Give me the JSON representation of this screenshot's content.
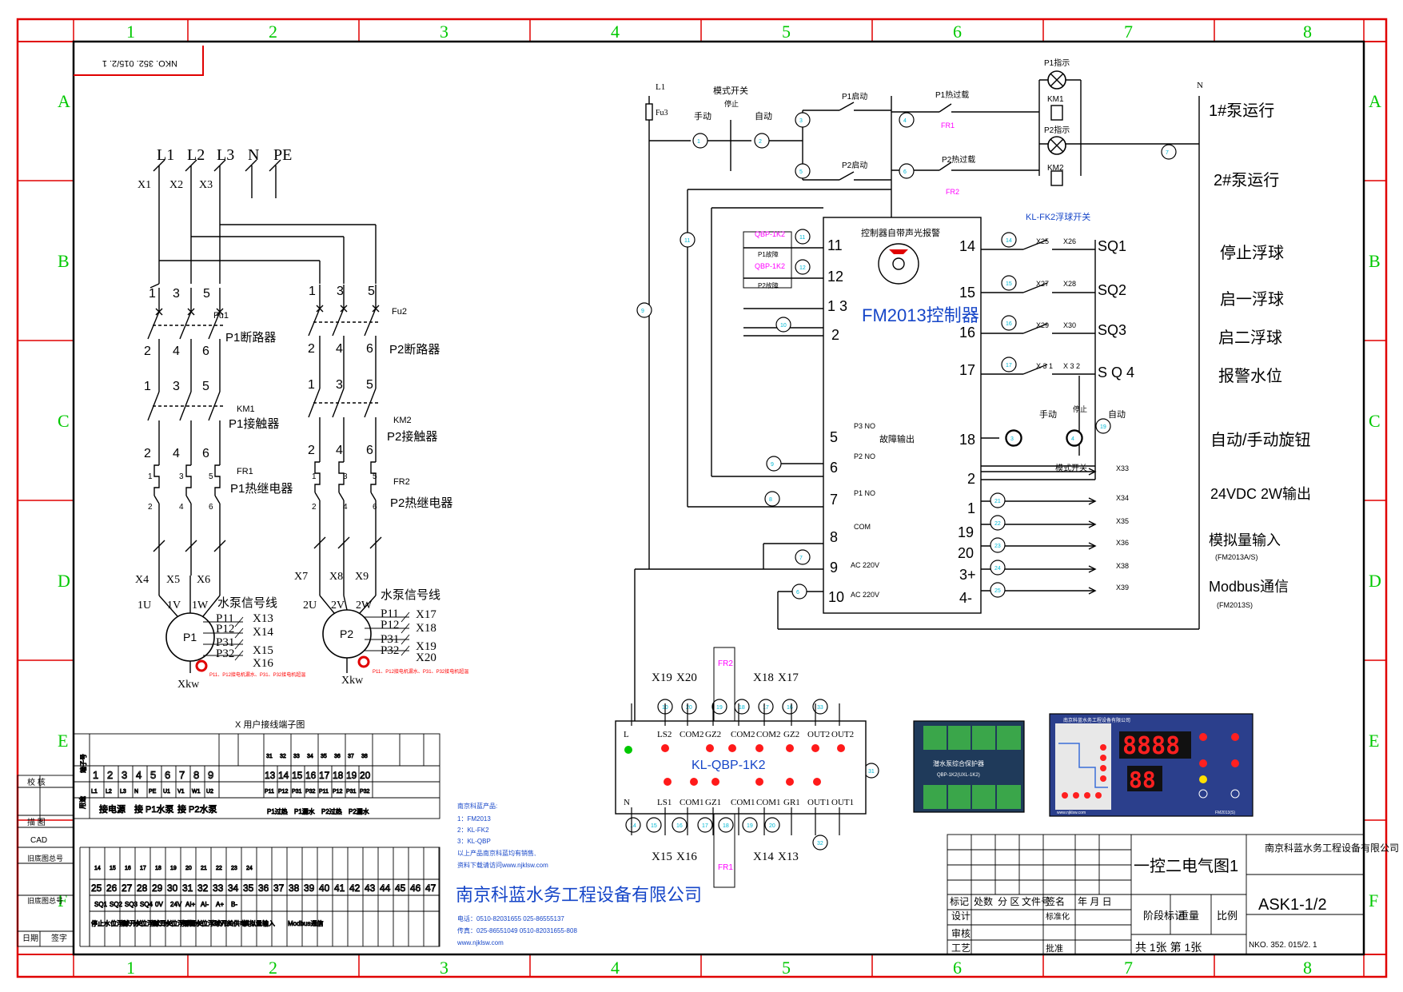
{
  "frame": {
    "zones_h": [
      "1",
      "2",
      "3",
      "4",
      "5",
      "6",
      "7",
      "8"
    ],
    "zones_v": [
      "A",
      "B",
      "C",
      "D",
      "E",
      "F"
    ],
    "code_box": "NKO. 352. 015/2. 1"
  },
  "supply": {
    "l1": "L1",
    "l2": "L2",
    "l3": "L3",
    "n": "N",
    "pe": "PE",
    "x1": "X1",
    "x2": "X2",
    "x3": "X3"
  },
  "power": {
    "fu1": "Fu1",
    "fu2": "Fu2",
    "p1_breaker": "P1断路器",
    "p2_breaker": "P2断路器",
    "km1": "KM1",
    "km2": "KM2",
    "p1_contactor": "P1接触器",
    "p2_contactor": "P2接触器",
    "fr1": "FR1",
    "fr2": "FR2",
    "p1_relay": "P1热继电器",
    "p2_relay": "P2热继电器",
    "n1": "1",
    "n2": "2",
    "n3": "3",
    "n4": "4",
    "n5": "5",
    "n6": "6",
    "x4": "X4",
    "x5": "X5",
    "x6": "X6",
    "x7": "X7",
    "x8": "X8",
    "x9": "X9",
    "u1": "1U",
    "v1": "1V",
    "w1": "1W",
    "u2": "2U",
    "v2": "2V",
    "w2": "2W",
    "signal_line": "水泵信号线",
    "motor1": "P1",
    "motor2": "P2",
    "p11": "P11",
    "p12": "P12",
    "p31": "P31",
    "p32": "P32",
    "x13": "X13",
    "x14": "X14",
    "x15": "X15",
    "x16": "X16",
    "x17": "X17",
    "x18": "X18",
    "x19": "X19",
    "x20": "X20",
    "xkw": "Xkw",
    "note_red": "P11、P12接电机漏水、P31、P32接电机超温"
  },
  "terminal": {
    "title": "X 用户接线端子图",
    "row_num_label": "端子号",
    "row_use_label": "用途",
    "nums1": [
      "1",
      "2",
      "3",
      "4",
      "5",
      "6",
      "7",
      "8",
      "9"
    ],
    "nums2": [
      "13",
      "14",
      "15",
      "16",
      "17",
      "18",
      "19",
      "20"
    ],
    "sig1": [
      "L1",
      "L2",
      "L3",
      "N",
      "PE",
      "U1",
      "V1",
      "W1",
      "U2"
    ],
    "sig2": [
      "P11",
      "P12",
      "P31",
      "P32",
      "P11",
      "P12",
      "P31",
      "P32"
    ],
    "use1": "接电源",
    "use2": "接 P1水泵",
    "use3": "接 P2水泵",
    "use4": "P1过热",
    "use5": "P1漏水",
    "use6": "P2过热",
    "use7": "P2漏水",
    "nums3": [
      "25",
      "26",
      "27",
      "28",
      "29",
      "30",
      "31",
      "32",
      "33",
      "34",
      "35",
      "36",
      "37",
      "38",
      "39",
      "40",
      "41",
      "42",
      "43",
      "44",
      "45",
      "46",
      "47"
    ],
    "sq": [
      "SQ1",
      "SQ2",
      "SQ3",
      "SQ4",
      "0V",
      "24V",
      "AI+",
      "AI-",
      "A+",
      "B-"
    ],
    "use_b1": "停止水位浮球开关",
    "use_b2": "启一水位浮球开关",
    "use_b3": "启二水位浮球开关",
    "use_b4": "报警水位浮球开关",
    "use_b5": "24VDC供电",
    "use_b6": "模拟量输入",
    "use_b7": "Modbus通信"
  },
  "titleblock_left": {
    "r1": "校 核",
    "r2": "描 图",
    "r3": "CAD",
    "r4": "旧底图总号",
    "r5": "旧底图总号",
    "r6": "日期",
    "r7": "签字"
  },
  "company_info": {
    "line1": "南京科蓝产品:",
    "line2": "1：FM2013",
    "line3": "2：KL-FK2",
    "line4": "3：KL-QBP",
    "line5": "以上产品南京科蓝均有销售,",
    "line6": "资料下载请访问www.njklsw.com",
    "company": "南京科蓝水务工程设备有限公司",
    "tel": "电话：0510-82031655  025-86555137",
    "fax": "传真：025-86551049  0510-82031655-808",
    "web": "www.njklsw.com"
  },
  "control": {
    "l1": "L1",
    "n": "N",
    "fu3": "Fu3",
    "mode_switch": "模式开关",
    "manual": "手动",
    "stop": "停止",
    "auto": "自动",
    "p1_start": "P1启动",
    "p2_start": "P2启动",
    "p1_overload": "P1热过载",
    "p2_overload": "P2热过载",
    "fr1": "FR1",
    "fr2": "FR2",
    "p1_ind": "P1指示",
    "p2_ind": "P2指示",
    "km1": "KM1",
    "km2": "KM2",
    "pump1_run": "1#泵运行",
    "pump2_run": "2#泵运行",
    "float_switch": "KL-FK2浮球开关",
    "controller_alarm": "控制器自带声光报警",
    "controller": "FM2013控制器",
    "qbp1": "QBP-1K2",
    "qbp2": "QBP-1K2",
    "p1_fault": "P1故障",
    "p2_fault": "P2故障",
    "t11": "11",
    "t12": "12",
    "t13": "1 3",
    "t2": "2",
    "t14": "14",
    "t15": "15",
    "t16": "16",
    "t17": "17",
    "sq1": "SQ1",
    "sq2": "SQ2",
    "sq3": "SQ3",
    "sq4": "S Q 4",
    "x25": "X25",
    "x26": "X26",
    "x27": "X27",
    "x28": "X28",
    "x29": "X29",
    "x30": "X30",
    "x31": "X 3 1",
    "x32": "X 3 2",
    "t5": "5",
    "t6": "6",
    "t7": "7",
    "t8": "8",
    "t9": "9",
    "t10": "10",
    "t18": "18",
    "fault_out": "故障输出",
    "p1_no": "P1 NO",
    "p2_no": "P2 NO",
    "p3_no": "P3 NO",
    "com": "COM",
    "ac1": "AC 220V",
    "ac2": "AC 220V",
    "ov2": "2",
    "v24_1": "1",
    "ai19": "19",
    "ai20": "20",
    "a3": "3+",
    "b4": "4-",
    "x33": "X33",
    "x34": "X34",
    "x35": "X35",
    "x36": "X36",
    "x38": "X38",
    "x39": "X39",
    "mode_switch2": "模式开关"
  },
  "right_labels": {
    "stop_float": "停止浮球",
    "start1": "启一浮球",
    "start2": "启二浮球",
    "alarm_level": "报警水位",
    "auto_manual": "自动/手动旋钮",
    "dc24": "24VDC 2W输出",
    "analog": "模拟量输入",
    "analog_sub": "(FM2013A/S)",
    "modbus": "Modbus通信",
    "modbus_sub": "(FM2013S)"
  },
  "qbp": {
    "title": "KL-QBP-1K2",
    "top": [
      "L",
      "LS2",
      "COM2",
      "GZ2",
      "COM2",
      "COM2",
      "GZ2",
      "OUT2",
      "OUT2"
    ],
    "bottom": [
      "N",
      "LS1",
      "COM1",
      "GZ1",
      "COM1",
      "COM1",
      "GR1",
      "OUT1",
      "OUT1"
    ],
    "x19": "X19",
    "x20": "X20",
    "x18": "X18",
    "x17": "X17",
    "x15": "X15",
    "x16": "X16",
    "x14": "X14",
    "x13": "X13",
    "fr2": "FR2",
    "fr1": "FR1"
  },
  "protector_panel": {
    "title": "潜水泵综合保护器",
    "model": "QBP-1K2(UXL-1K2)"
  },
  "controller_panel": {
    "brand": "南京科蓝水务工程设备有限公司",
    "display1": "8888",
    "display2": "88",
    "web": "www.njklsw.com",
    "model": "FM2013(S)"
  },
  "titleblock": {
    "company": "南京科蓝水务工程设备有限公司",
    "drawing": "一控二电气图1",
    "code": "ASK1-1/2",
    "nko": "NKO. 352. 015/2. 1",
    "h1": "标记",
    "h2": "处数",
    "h3": "分 区",
    "h4": "文件号",
    "h5": "签名",
    "h6": "年 月 日",
    "design": "设计",
    "std": "标准化",
    "stage": "阶段标记",
    "weight": "重量",
    "scale": "比例",
    "review": "审核",
    "craft": "工艺",
    "approve": "批准",
    "sheets": "共 1张  第  1张"
  }
}
